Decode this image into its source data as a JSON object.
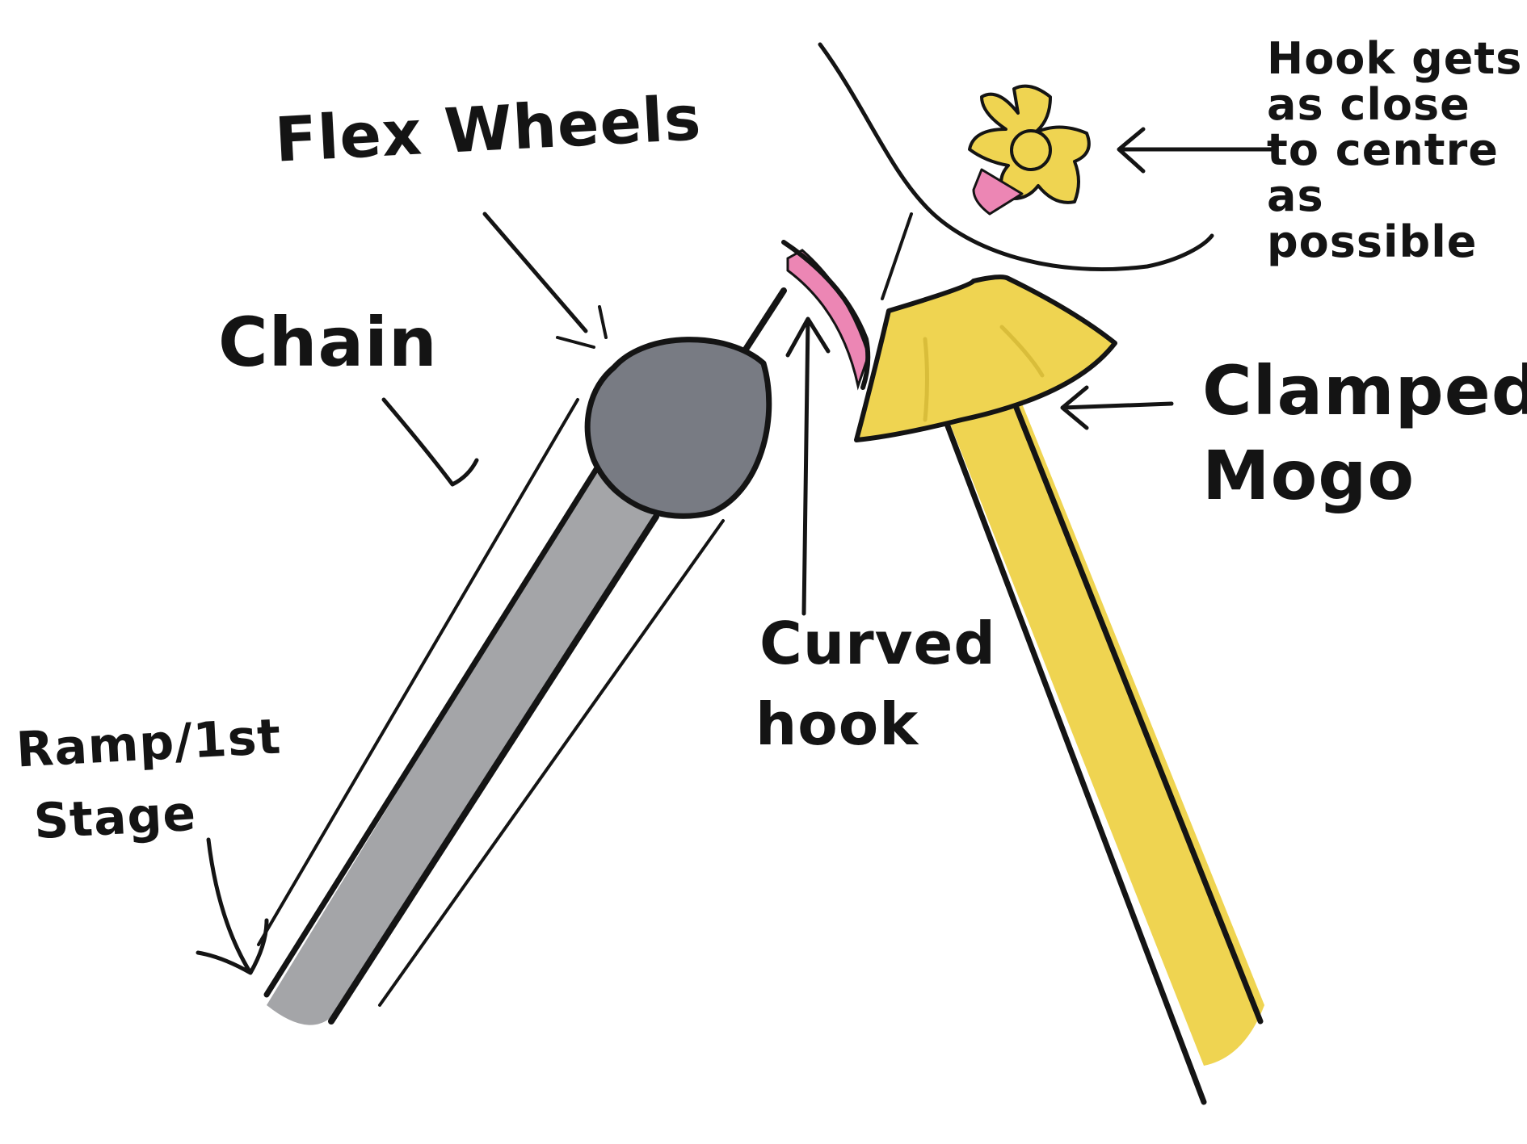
{
  "labels": {
    "flex_wheels": "Flex Wheels",
    "chain": "Chain",
    "ramp_line1": "Ramp/1st",
    "ramp_line2": "Stage",
    "curved_hook_line1": "Curved",
    "curved_hook_line2": "hook",
    "hook_note": "Hook gets\nas close\nto centre\nas possible",
    "clamped_line1": "Clamped",
    "clamped_line2": "Mogo"
  },
  "colors": {
    "ink": "#141414",
    "ramp_gray": "#a4a5a8",
    "wheel_gray": "#787b83",
    "hook_pink": "#ec86b4",
    "mogo_yellow": "#efd451",
    "mogo_shade": "#d9bd3a"
  }
}
